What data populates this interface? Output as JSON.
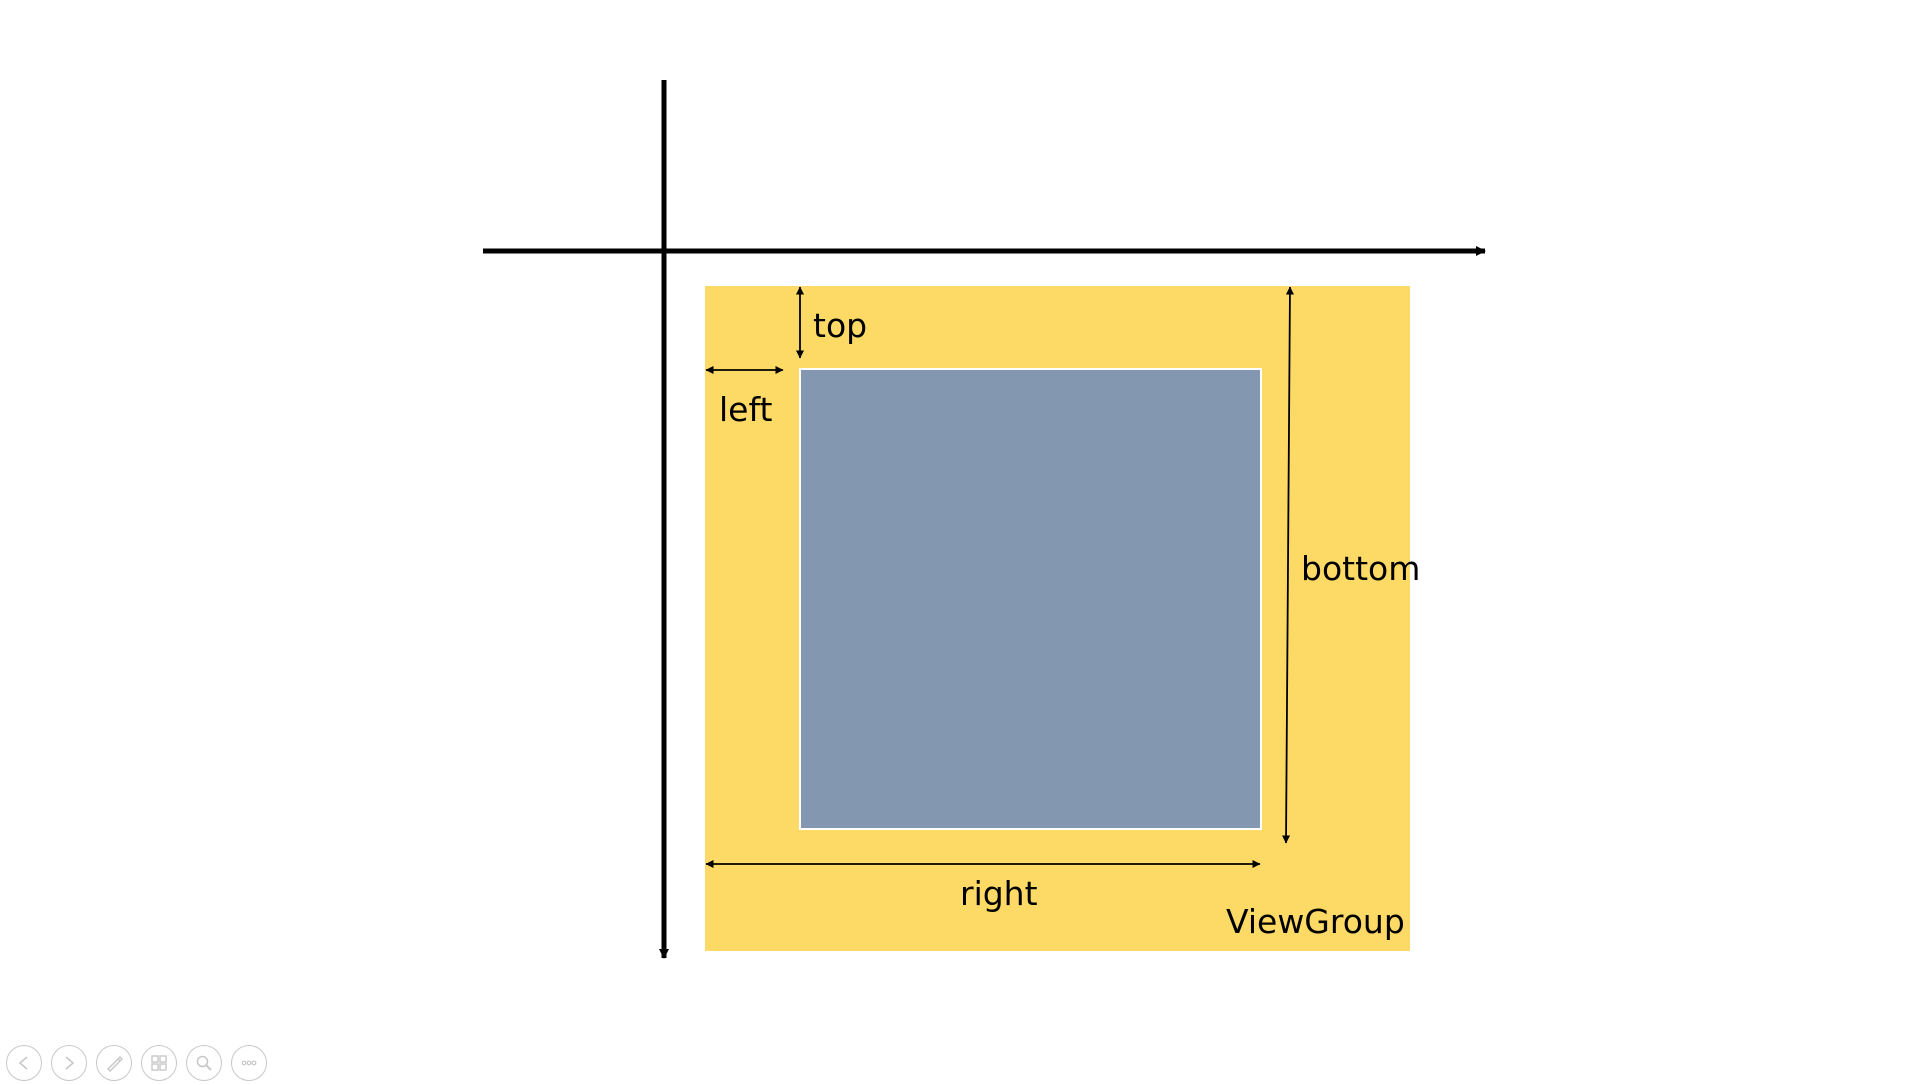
{
  "diagram": {
    "colors": {
      "outer_box": "#fdd966",
      "inner_box": "#8497b0",
      "inner_border": "#ffffff",
      "axis": "#000000",
      "text": "#000000"
    },
    "labels": {
      "top": "top",
      "left": "left",
      "bottom": "bottom",
      "right": "right",
      "container": "ViewGroup"
    }
  },
  "toolbar": {
    "icon_color": "#c8c8c8",
    "buttons": [
      {
        "name": "previous-slide-button",
        "icon": "chevron-left-icon"
      },
      {
        "name": "next-slide-button",
        "icon": "chevron-right-icon"
      },
      {
        "name": "pen-button",
        "icon": "pen-icon"
      },
      {
        "name": "see-all-slides-button",
        "icon": "slides-grid-icon"
      },
      {
        "name": "zoom-button",
        "icon": "magnifier-icon"
      },
      {
        "name": "more-options-button",
        "icon": "more-options-icon"
      }
    ]
  }
}
